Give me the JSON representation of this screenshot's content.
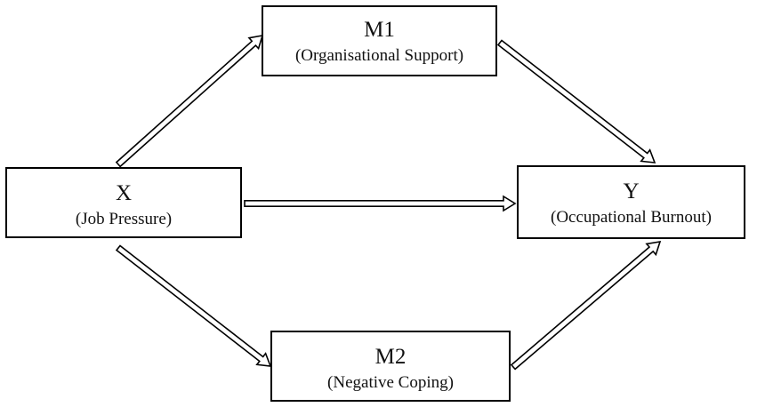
{
  "diagram": {
    "nodes": {
      "m1": {
        "label": "M1",
        "desc": "(Organisational Support)"
      },
      "x": {
        "label": "X",
        "desc": "(Job Pressure)"
      },
      "y": {
        "label": "Y",
        "desc": "(Occupational Burnout)"
      },
      "m2": {
        "label": "M2",
        "desc": "(Negative Coping)"
      }
    },
    "edges": [
      {
        "from": "X",
        "to": "M1"
      },
      {
        "from": "M1",
        "to": "Y"
      },
      {
        "from": "X",
        "to": "Y"
      },
      {
        "from": "X",
        "to": "M2"
      },
      {
        "from": "M2",
        "to": "Y"
      }
    ],
    "colors": {
      "stroke": "#000000",
      "background": "#ffffff"
    }
  }
}
